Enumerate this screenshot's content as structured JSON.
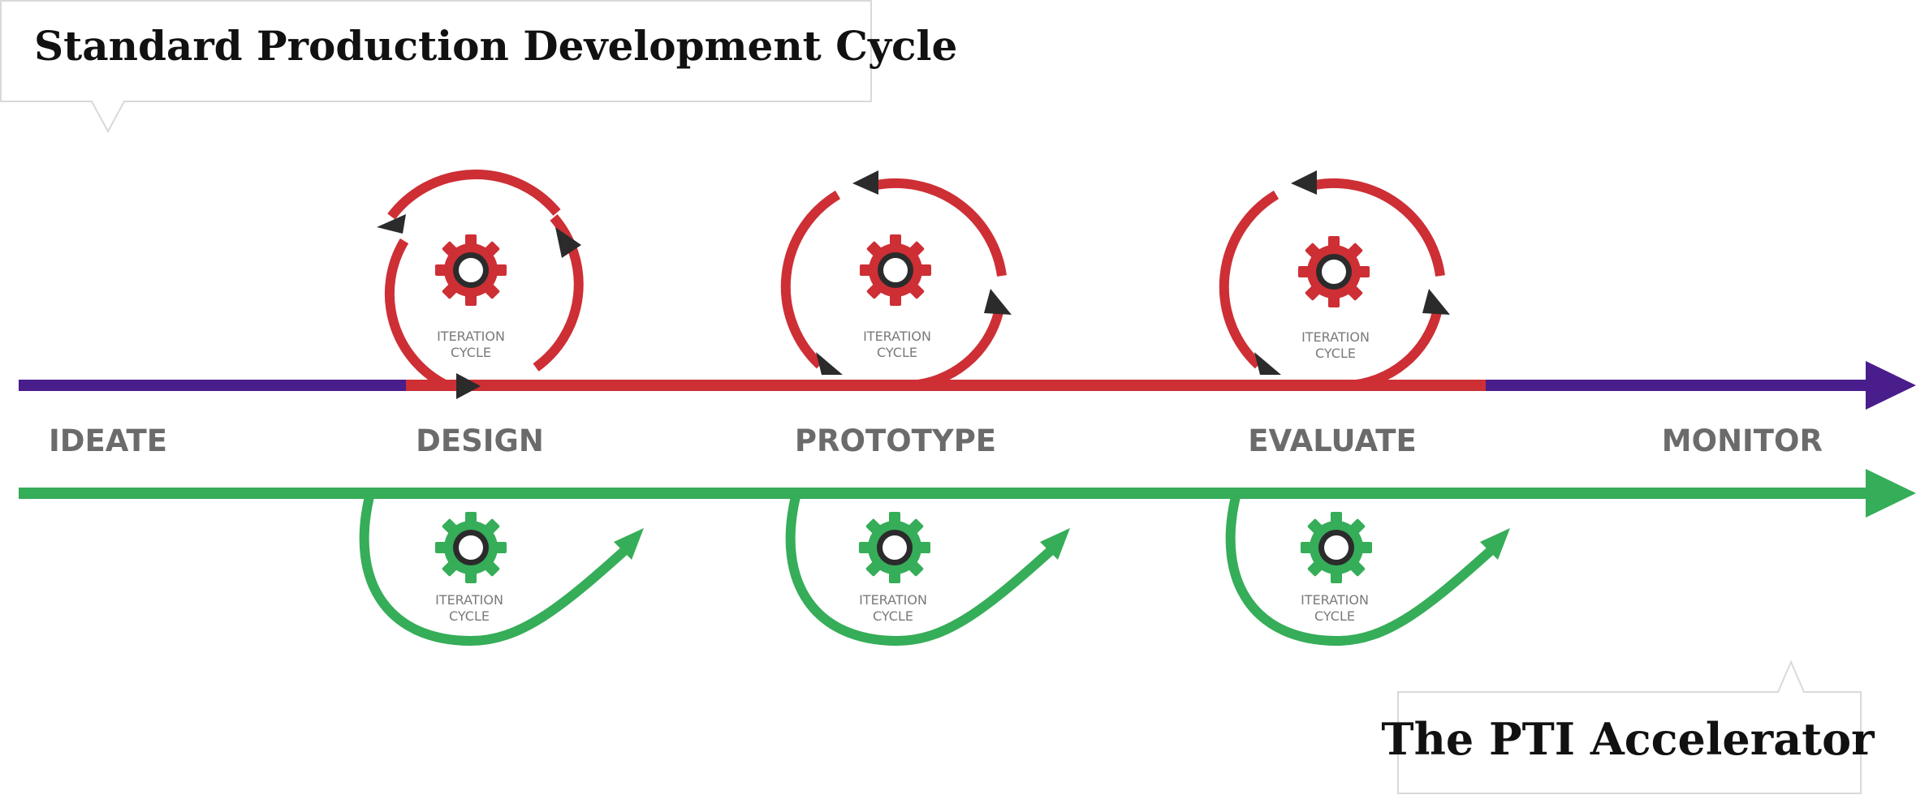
{
  "top_callout": {
    "text": "Standard Production Development Cycle"
  },
  "bottom_callout": {
    "text": "The PTI Accelerator"
  },
  "stages": [
    {
      "label": "IDEATE"
    },
    {
      "label": "DESIGN"
    },
    {
      "label": "PROTOTYPE"
    },
    {
      "label": "EVALUATE"
    },
    {
      "label": "MONITOR"
    }
  ],
  "standard_cycles": [
    {
      "line1": "ITERATION",
      "line2": "CYCLE"
    },
    {
      "line1": "ITERATION",
      "line2": "CYCLE"
    },
    {
      "line1": "ITERATION",
      "line2": "CYCLE"
    }
  ],
  "accelerator_cycles": [
    {
      "line1": "ITERATION",
      "line2": "CYCLE"
    },
    {
      "line1": "ITERATION",
      "line2": "CYCLE"
    },
    {
      "line1": "ITERATION",
      "line2": "CYCLE"
    }
  ],
  "colors": {
    "standard_track": "#4a1d8c",
    "iteration_red": "#cd2f35",
    "accelerator_green": "#36ad58",
    "arrowhead": "#2b2b2b",
    "label_gray": "#6b6b6b",
    "callout_border": "#d9d9d9"
  },
  "icons": {
    "standard_gear": "gear-icon",
    "accelerator_gear": "gear-icon",
    "cycle_arrow": "arrowhead-icon"
  }
}
